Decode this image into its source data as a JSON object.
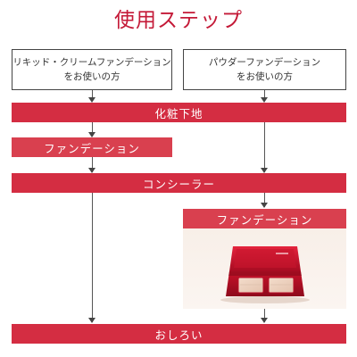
{
  "title": "使用ステップ",
  "start": {
    "left": {
      "line1": "リキッド・クリームファンデーション",
      "line2": "をお使いの方"
    },
    "right": {
      "line1": "パウダーファンデーション",
      "line2": "をお使いの方"
    }
  },
  "steps": {
    "primer": "化粧下地",
    "left_foundation": "ファンデーション",
    "concealer": "コンシーラー",
    "right_foundation": "ファンデーション",
    "powder": "おしろい"
  },
  "colors": {
    "accent": "#c41937",
    "bar_primary": "#d42d42",
    "bar_soft": "#d9404f",
    "text": "#333333",
    "panel_bg": "#f8efe8",
    "compact_case": "#c7122a",
    "powder_fill": "#ecd3c1"
  },
  "product_icon": "compact-powder-case"
}
